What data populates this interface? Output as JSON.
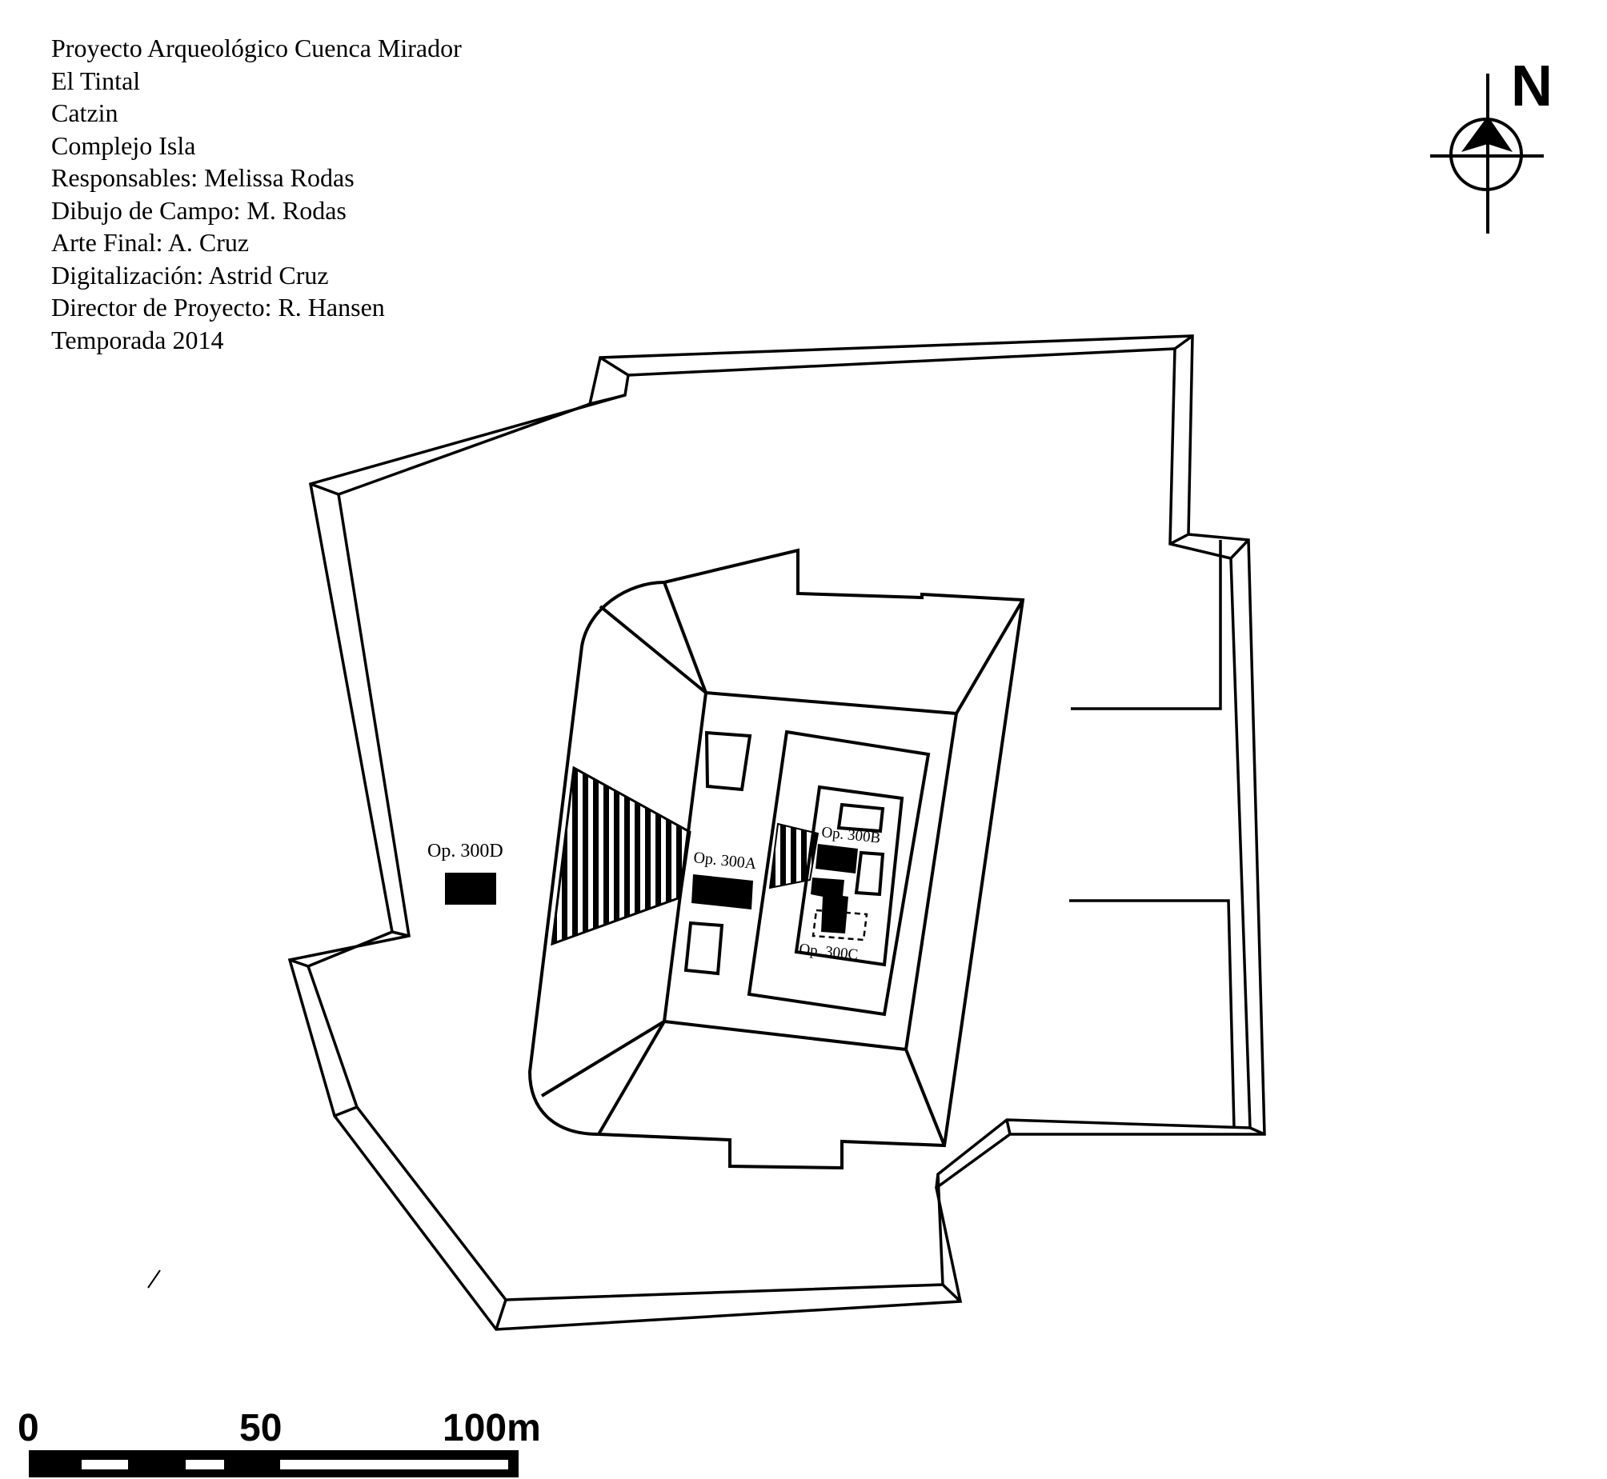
{
  "credits": {
    "project": "Proyecto Arqueológico Cuenca Mirador",
    "site": "El Tintal",
    "group": "Catzin",
    "complex": "Complejo Isla",
    "responsables": "Responsables: Melissa Rodas",
    "field_drawing": "Dibujo de Campo:  M. Rodas",
    "final_art": "Arte Final: A. Cruz",
    "digitization": "Digitalización: Astrid Cruz",
    "director": "Director de Proyecto: R. Hansen",
    "season": "Temporada 2014"
  },
  "north_arrow": {
    "letter": "N",
    "icon": "north-arrow-icon"
  },
  "operations": {
    "op_300a": "Op. 300A",
    "op_300b": "Op. 300B",
    "op_300c": "Op. 300C",
    "op_300d": "Op. 300D"
  },
  "scale_bar": {
    "label_0": "0",
    "label_50": "50",
    "label_100": "100m"
  },
  "colors": {
    "ink": "#000000",
    "paper": "#ffffff"
  }
}
